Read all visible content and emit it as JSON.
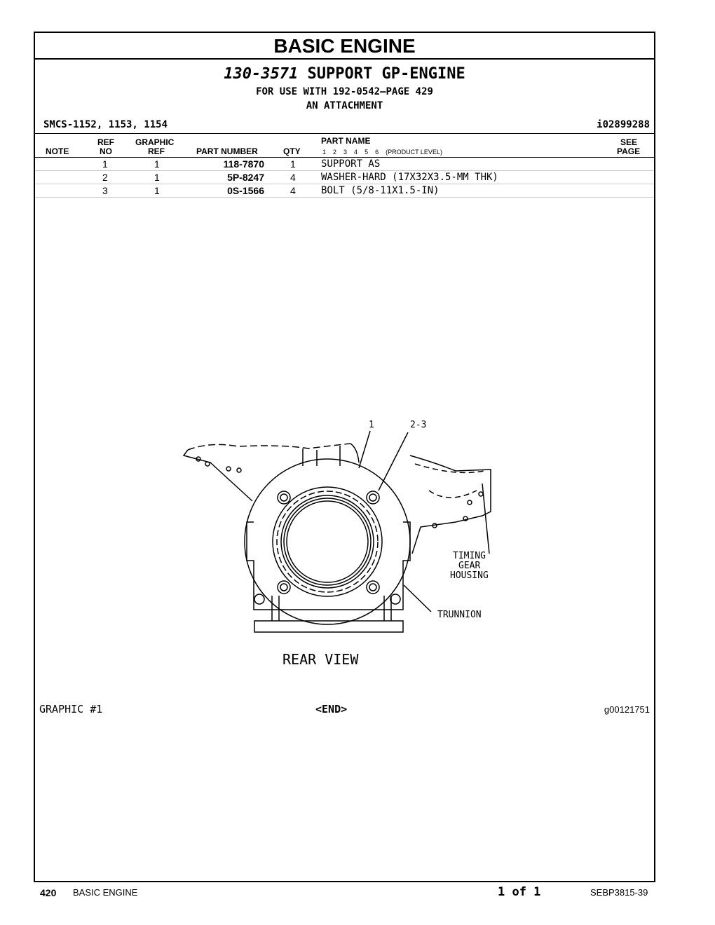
{
  "header": {
    "title": "BASIC ENGINE",
    "group_number": "130-3571",
    "group_name": "SUPPORT GP-ENGINE",
    "for_use_with": "FOR USE WITH 192-0542—PAGE 429",
    "attachment": "AN ATTACHMENT",
    "smcs": "SMCS-1152, 1153, 1154",
    "doc_id": "i02899288"
  },
  "columns": {
    "note": "NOTE",
    "ref_top": "REF",
    "ref_bottom": "NO",
    "graphic_top": "GRAPHIC",
    "graphic_bottom": "REF",
    "part_number": "PART NUMBER",
    "qty": "QTY",
    "part_name": "PART NAME",
    "product_levels": [
      "1",
      "2",
      "3",
      "4",
      "5",
      "6"
    ],
    "product_level_label": "(PRODUCT LEVEL)",
    "see_top": "SEE",
    "see_bottom": "PAGE"
  },
  "parts": [
    {
      "ref": "1",
      "graphic": "1",
      "part_number": "118-7870",
      "qty": "1",
      "name": "SUPPORT AS"
    },
    {
      "ref": "2",
      "graphic": "1",
      "part_number": "5P-8247",
      "qty": "4",
      "name": "WASHER-HARD (17X32X3.5-MM THK)"
    },
    {
      "ref": "3",
      "graphic": "1",
      "part_number": "0S-1566",
      "qty": "4",
      "name": "BOLT (5/8-11X1.5-IN)"
    }
  ],
  "illustration": {
    "callout_1": "1",
    "callout_2": "2-3",
    "label_timing_1": "TIMING",
    "label_timing_2": "GEAR",
    "label_timing_3": "HOUSING",
    "label_trunnion": "TRUNNION",
    "view_label": "REAR VIEW"
  },
  "graphic_footer": {
    "graphic": "GRAPHIC #1",
    "end": "<END>",
    "graphic_id": "g00121751"
  },
  "page_footer": {
    "page_number": "420",
    "section": "BASIC ENGINE",
    "page_of": "1 of 1",
    "doc_code": "SEBP3815-39"
  }
}
